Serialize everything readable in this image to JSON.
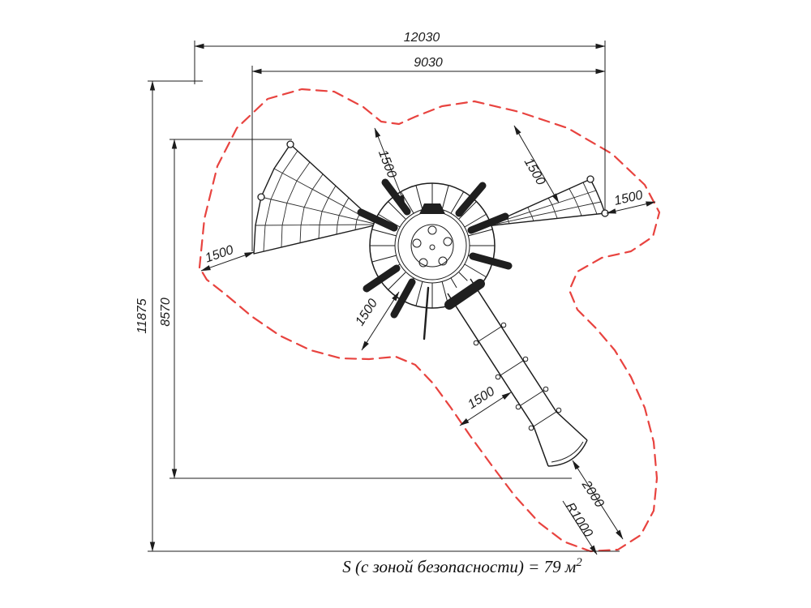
{
  "dimensions": {
    "outer_width": "12030",
    "inner_width": "9030",
    "outer_height": "11875",
    "inner_height": "8570",
    "clearance_top": "1500",
    "clearance_top_right": "1500",
    "clearance_right": "1500",
    "clearance_left": "1500",
    "clearance_bottom_left": "1500",
    "clearance_slide": "1500",
    "slide_runout": "2000",
    "corner_radius": "R1000"
  },
  "caption": {
    "area_label": "S (с зоной безопасности) = 79 м",
    "area_sup": "2"
  },
  "colors": {
    "line": "#1c1c1c",
    "safety_zone": "#e8433f",
    "background": "#ffffff"
  }
}
